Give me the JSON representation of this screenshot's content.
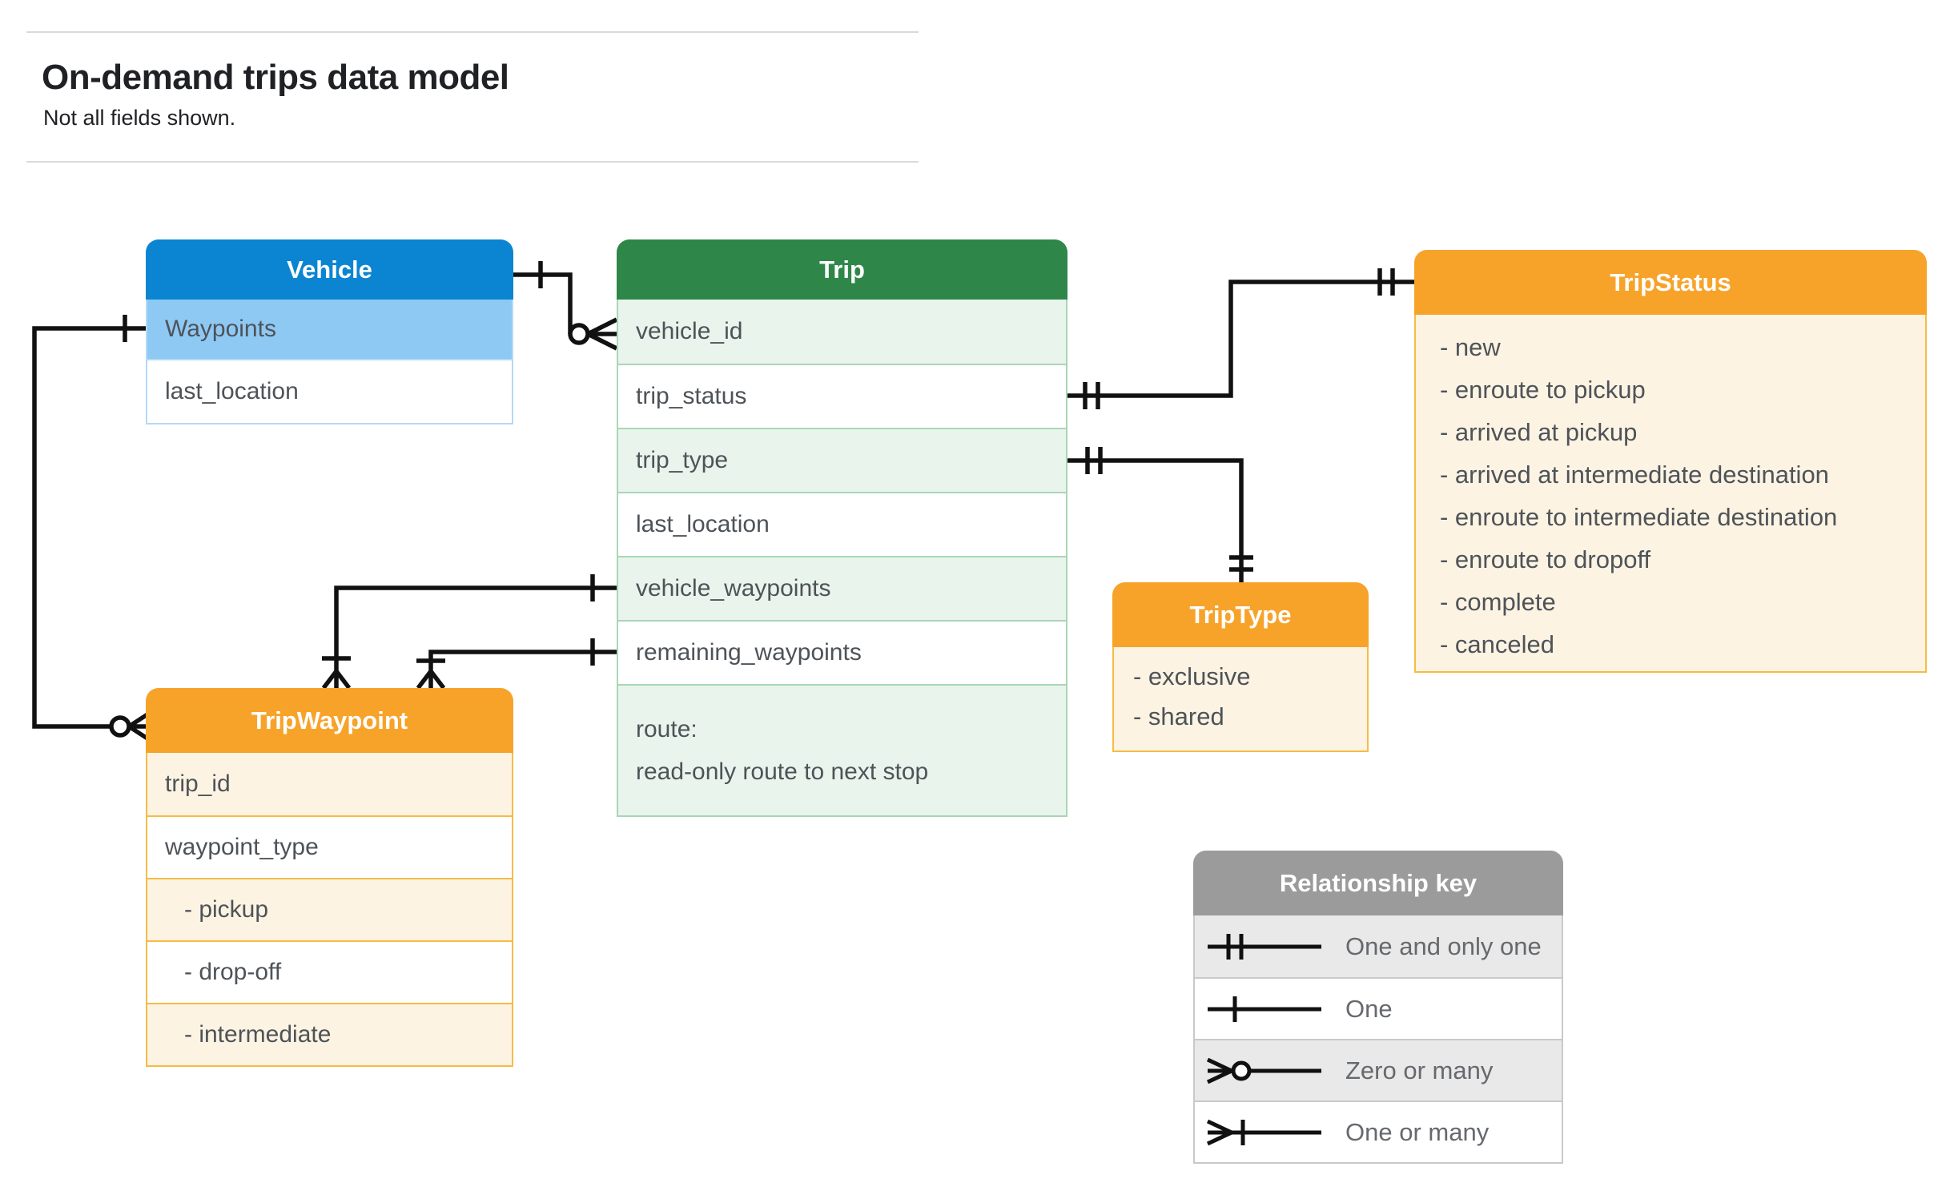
{
  "header": {
    "title": "On-demand trips data model",
    "subtitle": "Not all fields shown."
  },
  "entities": {
    "vehicle": {
      "title": "Vehicle",
      "rows": [
        "Waypoints",
        "last_location"
      ]
    },
    "trip": {
      "title": "Trip",
      "rows": [
        "vehicle_id",
        "trip_status",
        "trip_type",
        "last_location",
        "vehicle_waypoints",
        "remaining_waypoints"
      ],
      "route": [
        "route:",
        "read-only route to next stop"
      ]
    },
    "trip_status": {
      "title": "TripStatus",
      "items": [
        "- new",
        "- enroute to pickup",
        "- arrived at pickup",
        "- arrived at intermediate destination",
        "- enroute to intermediate destination",
        "- enroute to dropoff",
        "- complete",
        "- canceled"
      ]
    },
    "trip_type": {
      "title": "TripType",
      "items": [
        "- exclusive",
        "- shared"
      ]
    },
    "trip_waypoint": {
      "title": "TripWaypoint",
      "rows": [
        "trip_id",
        "waypoint_type",
        "- pickup",
        "- drop-off",
        "- intermediate"
      ]
    }
  },
  "legend": {
    "title": "Relationship key",
    "rows": [
      {
        "symbol": "one-and-only-one",
        "label": "One and only one"
      },
      {
        "symbol": "one",
        "label": "One"
      },
      {
        "symbol": "zero-or-many",
        "label": "Zero or many"
      },
      {
        "symbol": "one-or-many",
        "label": "One or many"
      }
    ]
  },
  "colors": {
    "header_blue": "#0b85d1",
    "row_blue": "#8ec9f4",
    "header_green": "#2e8748",
    "row_green": "#e9f4ec",
    "border_green": "#a9d6b5",
    "header_orange": "#f7a32a",
    "row_cream": "#fcf3e3",
    "border_orange": "#f6bc45",
    "header_gray": "#9b9b9b",
    "row_gray": "#e9e9e9",
    "connector_black": "#111111",
    "text_gray": "#4e5358"
  }
}
